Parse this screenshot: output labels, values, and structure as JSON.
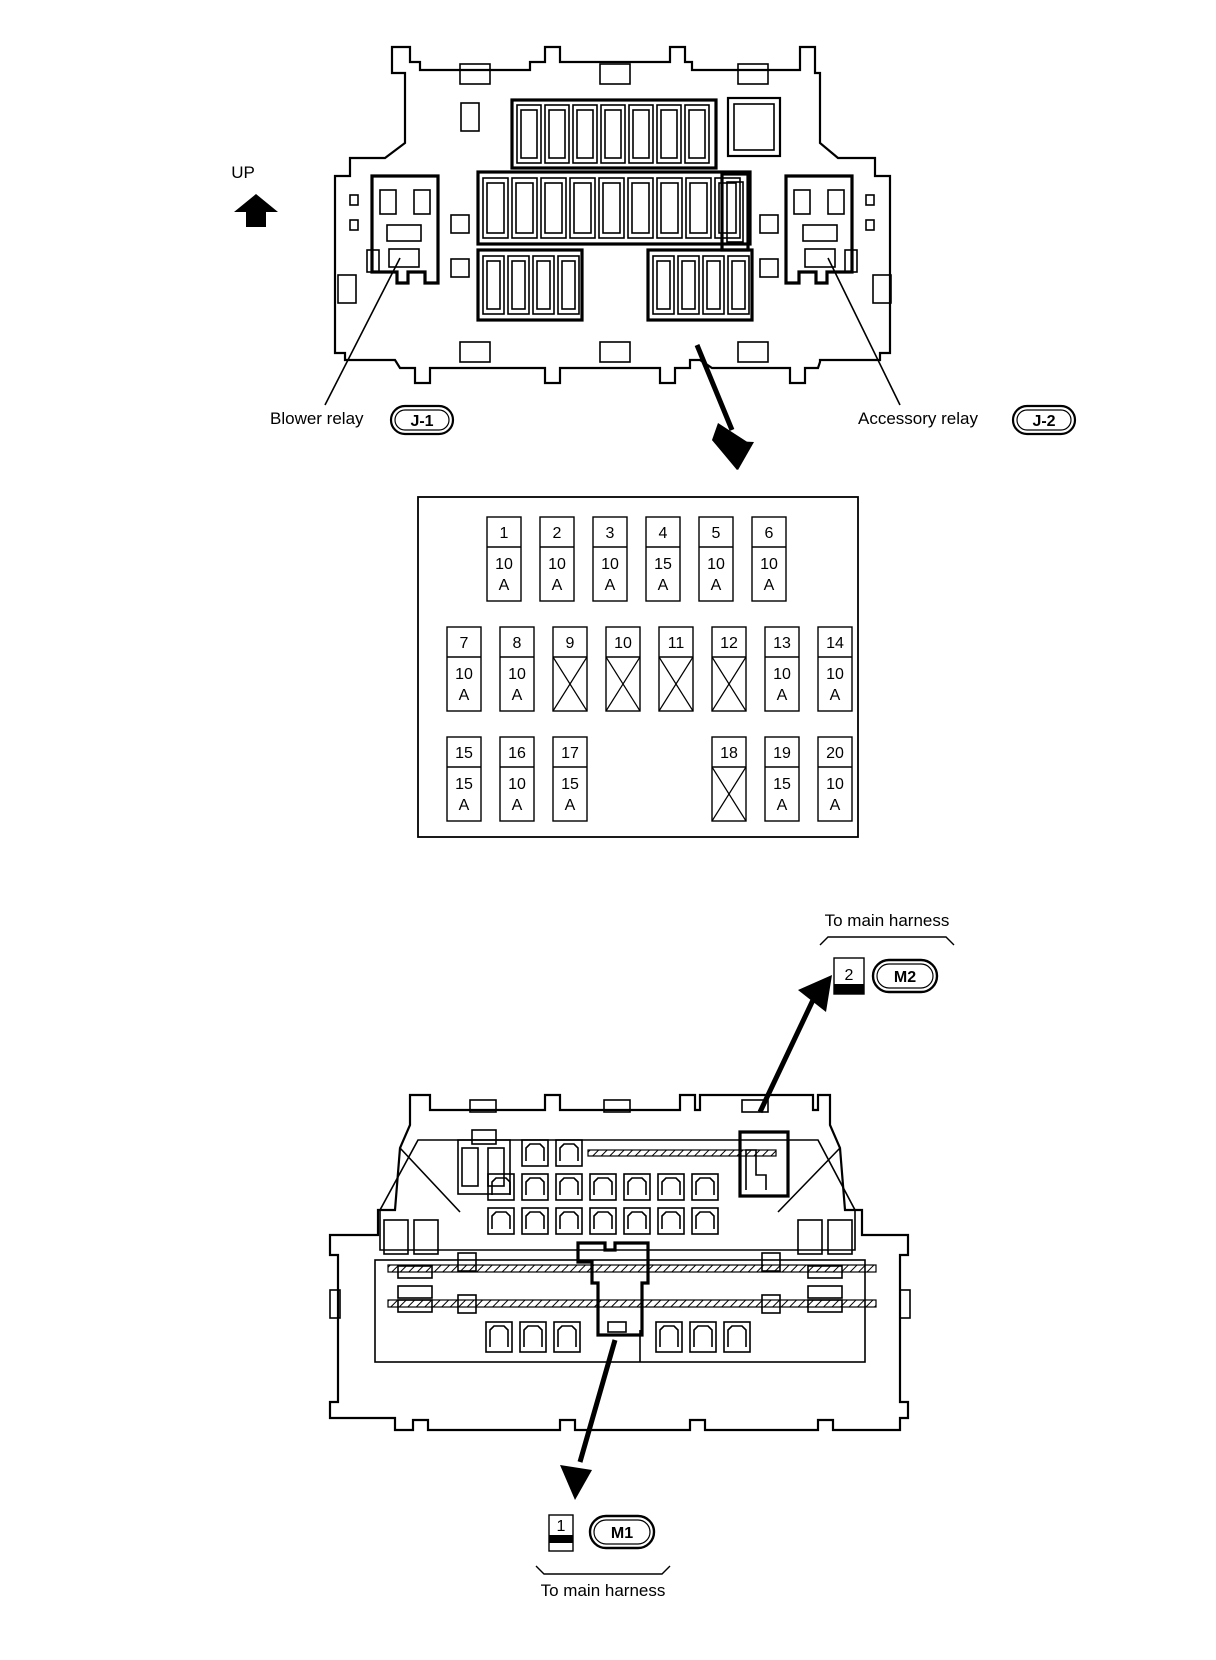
{
  "orientation": {
    "label": "UP"
  },
  "relays": {
    "blower": {
      "label": "Blower relay",
      "code": "J-1"
    },
    "accessory": {
      "label": "Accessory relay",
      "code": "J-2"
    }
  },
  "fuses": [
    {
      "number": "1",
      "rating": [
        "10",
        "A"
      ]
    },
    {
      "number": "2",
      "rating": [
        "10",
        "A"
      ]
    },
    {
      "number": "3",
      "rating": [
        "10",
        "A"
      ]
    },
    {
      "number": "4",
      "rating": [
        "15",
        "A"
      ]
    },
    {
      "number": "5",
      "rating": [
        "10",
        "A"
      ]
    },
    {
      "number": "6",
      "rating": [
        "10",
        "A"
      ]
    },
    {
      "number": "7",
      "rating": [
        "10",
        "A"
      ]
    },
    {
      "number": "8",
      "rating": [
        "10",
        "A"
      ]
    },
    {
      "number": "9",
      "rating": null
    },
    {
      "number": "10",
      "rating": null
    },
    {
      "number": "11",
      "rating": null
    },
    {
      "number": "12",
      "rating": null
    },
    {
      "number": "13",
      "rating": [
        "10",
        "A"
      ]
    },
    {
      "number": "14",
      "rating": [
        "10",
        "A"
      ]
    },
    {
      "number": "15",
      "rating": [
        "15",
        "A"
      ]
    },
    {
      "number": "16",
      "rating": [
        "10",
        "A"
      ]
    },
    {
      "number": "17",
      "rating": [
        "15",
        "A"
      ]
    },
    {
      "number": "18",
      "rating": null
    },
    {
      "number": "19",
      "rating": [
        "15",
        "A"
      ]
    },
    {
      "number": "20",
      "rating": [
        "10",
        "A"
      ]
    }
  ],
  "connectors": {
    "m2": {
      "heading": "To main harness",
      "pin": "2",
      "code": "M2"
    },
    "m1": {
      "heading": "To main harness",
      "pin": "1",
      "code": "M1"
    }
  }
}
